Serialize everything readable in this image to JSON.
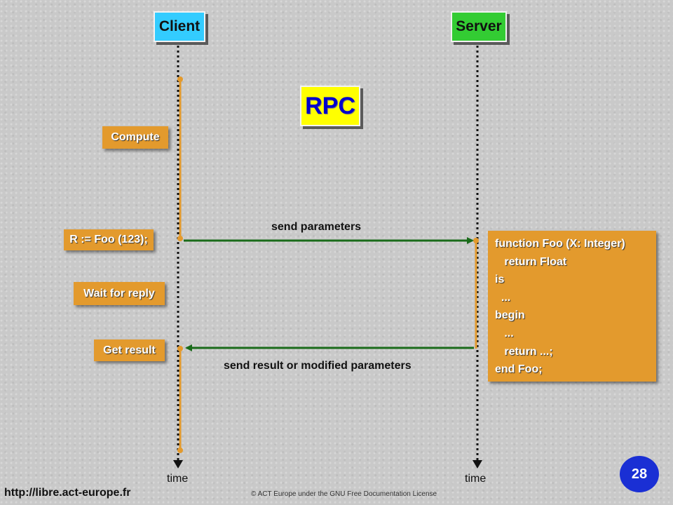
{
  "title": "RPC",
  "lanes": {
    "client": {
      "label": "Client",
      "color": "#33ccff"
    },
    "server": {
      "label": "Server",
      "color": "#33cc33"
    }
  },
  "client_steps": {
    "compute": "Compute",
    "call": "R := Foo (123);",
    "wait": "Wait for reply",
    "result": "Get result"
  },
  "messages": {
    "request": "send parameters",
    "reply": "send result or modified parameters"
  },
  "server_code": [
    "function Foo (X: Integer)",
    "   return Float",
    "is",
    "  ...",
    "begin",
    "   ...",
    "   return ...;",
    "end Foo;"
  ],
  "time_axis": {
    "client": "time",
    "server": "time"
  },
  "footer": {
    "url": "http://libre.act-europe.fr",
    "license": "© ACT Europe under the GNU Free Documentation License",
    "page_number": "28"
  },
  "colors": {
    "step_box": "#e39a2d",
    "arrow": "#1a6b1a",
    "activation": "#e39a2d",
    "title_bg": "#ffff00",
    "title_text": "#0000cc",
    "page_badge": "#1a2fd4"
  }
}
